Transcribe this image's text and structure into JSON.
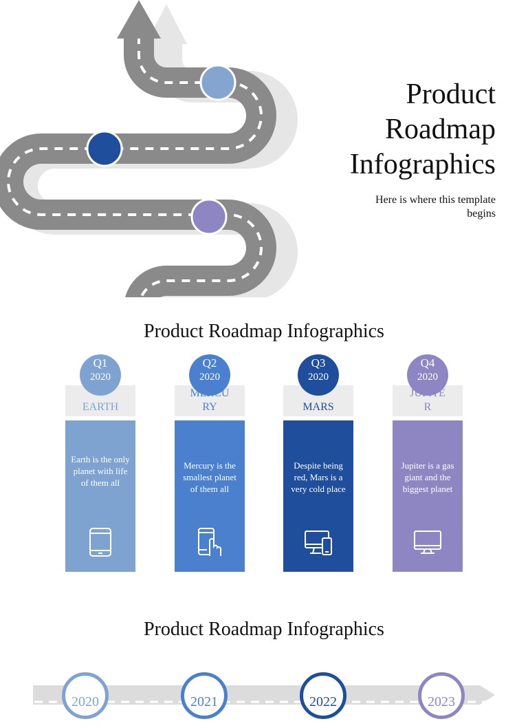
{
  "hero": {
    "title_lines": [
      "Product",
      "Roadmap",
      "Infographics"
    ],
    "subtitle": "Here is where this template begins",
    "milestone_colors": [
      "#84a5d0",
      "#1f4e9c",
      "#8e86c2"
    ],
    "road_color": "#8a8a8a",
    "shadow_color": "#e6e6e6"
  },
  "quarters": {
    "title": "Product Roadmap Infographics",
    "items": [
      {
        "quarter": "Q1",
        "year": "2020",
        "name": "EARTH",
        "description": "Earth is the only planet with life of them all",
        "icon": "tablet-icon",
        "color": "#7fa3d0"
      },
      {
        "quarter": "Q2",
        "year": "2020",
        "name": "MERCURY",
        "description": "Mercury is the smallest planet of them all",
        "icon": "touch-phone-icon",
        "color": "#4a80cd"
      },
      {
        "quarter": "Q3",
        "year": "2020",
        "name": "MARS",
        "description": "Despite being red, Mars is a very cold place",
        "icon": "devices-icon",
        "color": "#1f4e9c"
      },
      {
        "quarter": "Q4",
        "year": "2020",
        "name": "JUPITER",
        "description": "Jupiter is a gas giant and the biggest planet",
        "icon": "monitor-icon",
        "color": "#8e86c2"
      }
    ]
  },
  "timeline": {
    "title": "Product Roadmap Infographics",
    "years": [
      {
        "year": "2020",
        "color": "#7fa3d0"
      },
      {
        "year": "2021",
        "color": "#4a80cd"
      },
      {
        "year": "2022",
        "color": "#1f4e9c"
      },
      {
        "year": "2023",
        "color": "#8e86c2"
      }
    ]
  }
}
